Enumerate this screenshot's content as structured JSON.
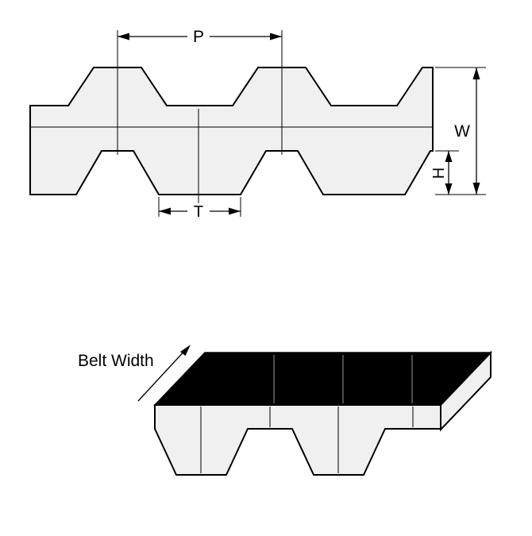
{
  "diagram": {
    "labels": {
      "pitch": "P",
      "width": "W",
      "height": "H",
      "tooth": "T",
      "belt_width": "Belt Width"
    },
    "colors": {
      "belt_fill": "#f0f0f0",
      "outline": "#000000",
      "top_surface": "#000000",
      "background": "#ffffff"
    }
  }
}
